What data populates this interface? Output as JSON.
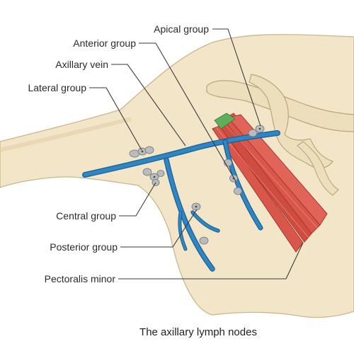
{
  "labels": {
    "apical_group": "Apical group",
    "anterior_group": "Anterior group",
    "axillary_vein": "Axillary vein",
    "lateral_group": "Lateral group",
    "central_group": "Central group",
    "posterior_group": "Posterior group",
    "pectoralis_minor": "Pectoralis minor"
  },
  "caption": "The axillary lymph nodes",
  "colors": {
    "skin": "#f3e6c8",
    "skin_outline": "#c9b68f",
    "bone": "#eddfbb",
    "bone_outline": "#b9a67e",
    "vein": "#2f86c4",
    "vein_edge": "#1d5f93",
    "muscle": "#d9574a",
    "muscle_edge": "#a8352c",
    "tendon": "#5fae5b",
    "node": "#b9bcbf",
    "leader_line": "#3a3a3a"
  }
}
